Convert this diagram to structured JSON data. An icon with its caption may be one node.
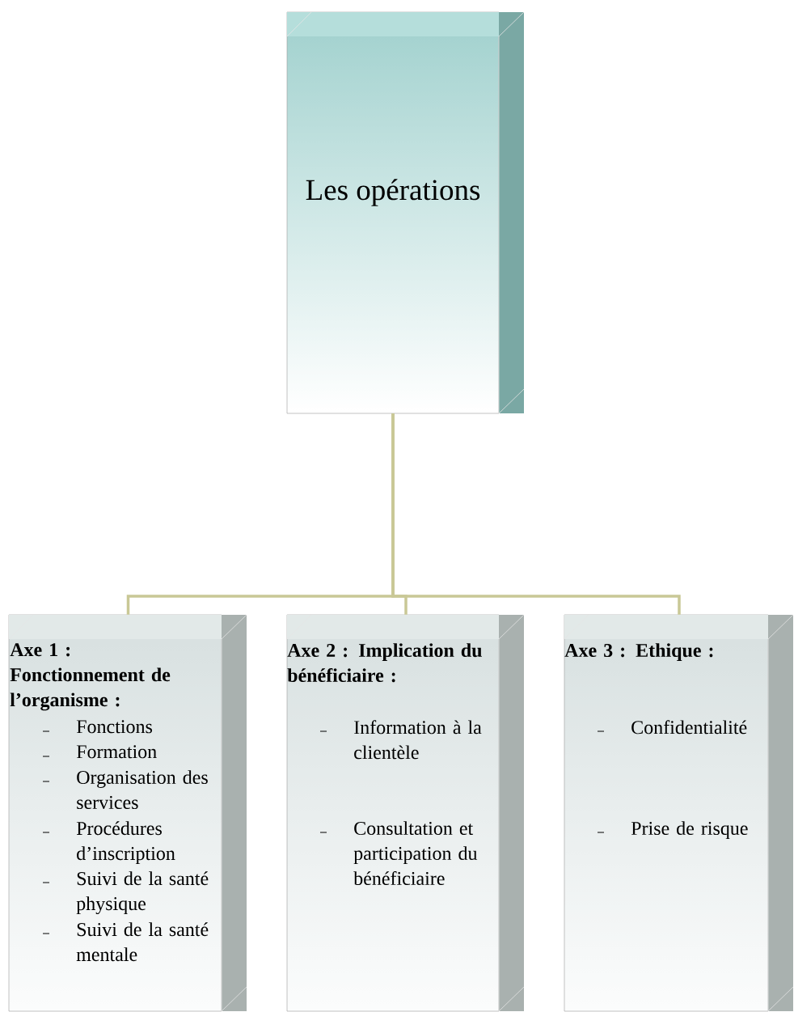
{
  "diagram": {
    "nodes": [
      {
        "text": [
          "Les opérations"
        ]
      },
      {
        "text": [
          "Axe 1 : Fonctionnement de l’organisme :",
          "Fonctions",
          "Formation",
          "Organisation des services",
          "Procédures d’inscription",
          "Suivi de la santé physique",
          "Suivi de la santé mentale"
        ]
      },
      {
        "text": [
          "Axe 2 : Implication du bénéficiaire :",
          "Information à la clientèle",
          "Consultation et participation du bénéficiaire"
        ]
      },
      {
        "text": [
          "Axe 3 : Ethique :",
          "Confidentialité",
          "Prise de risque"
        ]
      }
    ],
    "edges": [
      {
        "from": 0,
        "to": 1,
        "arrow": "none"
      },
      {
        "from": 0,
        "to": 2,
        "arrow": "none"
      },
      {
        "from": 0,
        "to": 3,
        "arrow": "none"
      }
    ]
  }
}
